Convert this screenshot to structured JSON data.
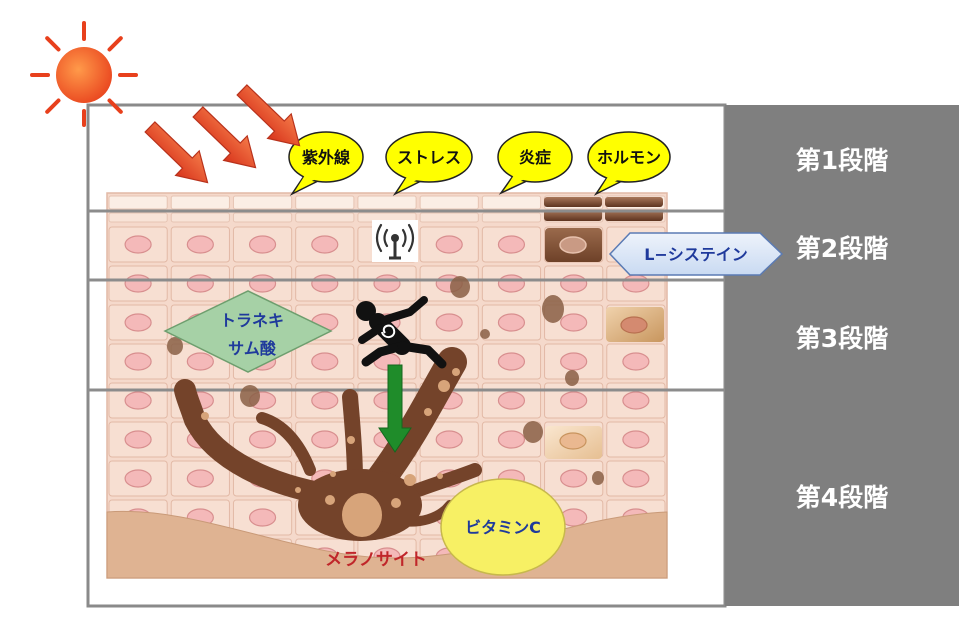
{
  "bubbles": {
    "uv": "紫外線",
    "stress": "ストレス",
    "inflammation": "炎症",
    "hormone": "ホルモン"
  },
  "labels": {
    "l_cysteine": "L−システイン",
    "tranexamic_line1": "トラネキ",
    "tranexamic_line2": "サム酸",
    "melanocyte": "メラノサイト",
    "vitamin_c": "ビタミンC"
  },
  "stages": [
    "第1段階",
    "第2段階",
    "第3段階",
    "第4段階"
  ],
  "colors": {
    "stage_panel": "#7f7f7f",
    "skin": "#f5d9cb",
    "nucleus": "#f4b9b9",
    "melanin": "#74432a",
    "bubble": "#ffff00",
    "uv_arrow": "#e8462a",
    "green_arrow": "#1f8c2a",
    "sun": "#f15a22"
  },
  "icons": [
    "sun-icon",
    "uv-arrow-icon",
    "antenna-icon",
    "runner-icon",
    "down-arrow-icon"
  ]
}
